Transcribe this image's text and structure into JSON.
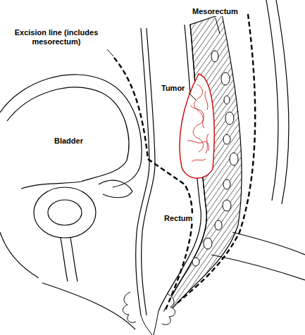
{
  "diagram": {
    "labels": [
      "Mesorectum",
      "Excision line (includes mesorectum)",
      "Tumor",
      "Bladder",
      "Rectum"
    ]
  }
}
